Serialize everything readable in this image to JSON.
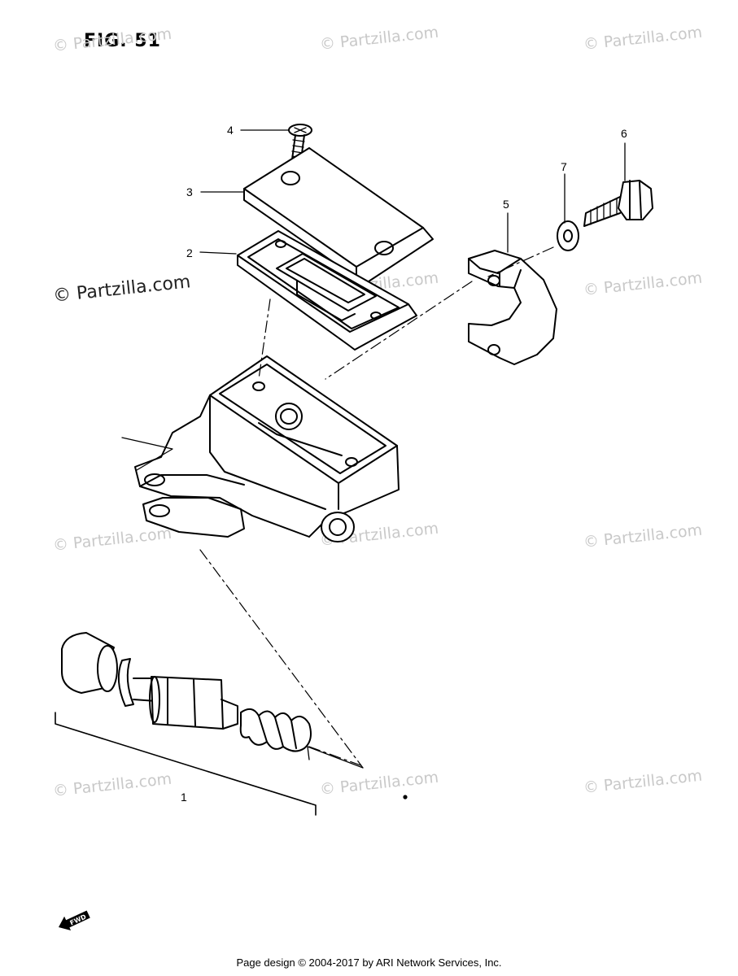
{
  "figure": {
    "title": "FIG. 51"
  },
  "watermarks": [
    "© Partzilla.com",
    "© Partzilla.com",
    "© Partzilla.com",
    "© Partzilla.com",
    "© Partzilla.com",
    "© Partzilla.com",
    "© Partzilla.com",
    "© Partzilla.com",
    "© Partzilla.com",
    "© Partzilla.com",
    "© Partzilla.com",
    "© Partzilla.com"
  ],
  "callouts": [
    "1",
    "2",
    "3",
    "4",
    "5",
    "6",
    "7"
  ],
  "fwd_label": "FWD",
  "footer": "Page design © 2004-2017 by ARI Network Services, Inc."
}
